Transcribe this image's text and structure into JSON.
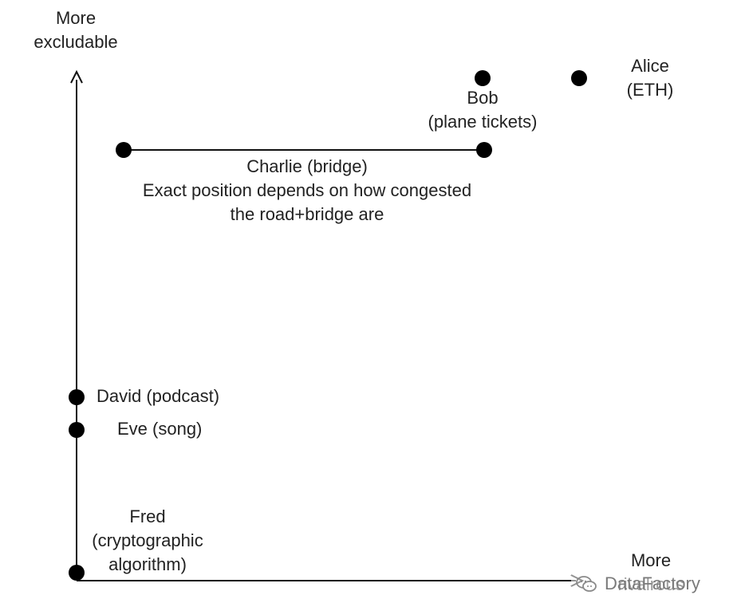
{
  "axes": {
    "y_label_line1": "More",
    "y_label_line2": "excludable",
    "x_label_line1": "More",
    "x_label_line2": "rivalrous"
  },
  "points": {
    "bob": {
      "line1": "Bob",
      "line2": "(plane tickets)"
    },
    "alice": {
      "line1": "Alice",
      "line2": "(ETH)"
    },
    "charlie": {
      "line1": "Charlie (bridge)",
      "line2": "Exact position depends on how congested",
      "line3": "the road+bridge are"
    },
    "david": "David (podcast)",
    "eve": "Eve (song)",
    "fred": {
      "line1": "Fred",
      "line2": "(cryptographic",
      "line3": "algorithm)"
    }
  },
  "watermark": {
    "text": "DataFactory",
    "icon": "wechat-icon"
  }
}
